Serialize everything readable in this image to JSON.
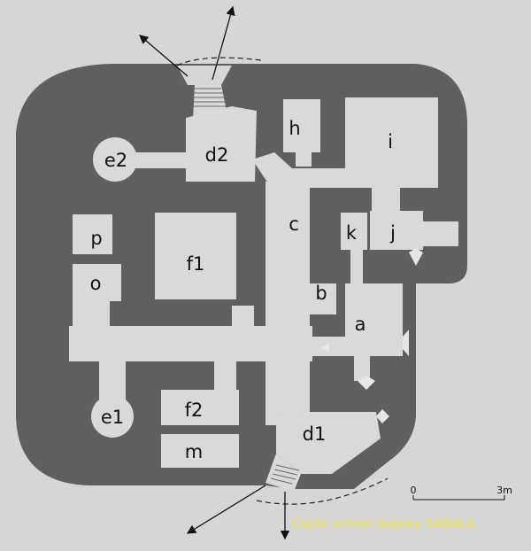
{
  "rooms": {
    "a": "a",
    "b": "b",
    "c": "c",
    "d1": "d1",
    "d2": "d2",
    "e1": "e1",
    "e2": "e2",
    "f1": "f1",
    "f2": "f2",
    "h": "h",
    "i": "i",
    "j": "j",
    "k": "k",
    "m": "m",
    "o": "o",
    "p": "p"
  },
  "scale": {
    "start": "0",
    "end": "3m"
  },
  "caption": "Ciężki schron bojowy SABAŁA",
  "colors": {
    "background": "#d6d6d6",
    "walls": "#5f5f5f",
    "rooms": "#d9d9d9",
    "caption": "#f0e24a"
  }
}
